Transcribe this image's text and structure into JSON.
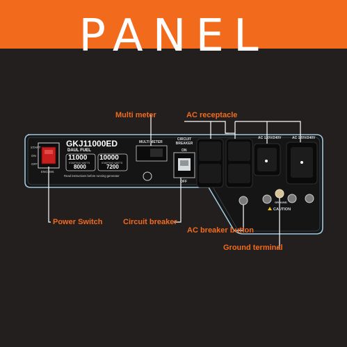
{
  "banner": {
    "title": "PANEL"
  },
  "colors": {
    "accent": "#f26b1d",
    "background": "#231f1e",
    "panel_outline": "#9ec9dc"
  },
  "callouts": {
    "multi_meter": "Multi meter",
    "ac_receptacle": "AC receptacle",
    "power_switch": "Power Switch",
    "circuit_breaker": "Circuit breaker",
    "ac_breaker_button": "AC breaker button",
    "ground_terminal": "Ground terminal"
  },
  "panel": {
    "model": "GKJ11000ED",
    "fuel": "DAUL FUEL",
    "gas_running": "11000",
    "gas_starting_label": "STARTING WATTS",
    "gas_running_alt": "8000",
    "lpg_running": "10000",
    "lpg_starting_label": "STARTING WATTS",
    "lpg_running_alt": "7200",
    "warning_note": "Read instructions before running generator",
    "switch_start": "START",
    "switch_on": "ON",
    "switch_off": "OFF",
    "switch_name": "ENG.SW.",
    "meter_title": "MULTI METER",
    "breaker_title": "CIRCUIT BREAKER",
    "breaker_on": "ON",
    "breaker_off": "OFF",
    "ac_120_240": "AC 120V/240V",
    "ac_120": "AC 120V/240V",
    "ground": "GROUND",
    "caution": "CAUTION"
  }
}
